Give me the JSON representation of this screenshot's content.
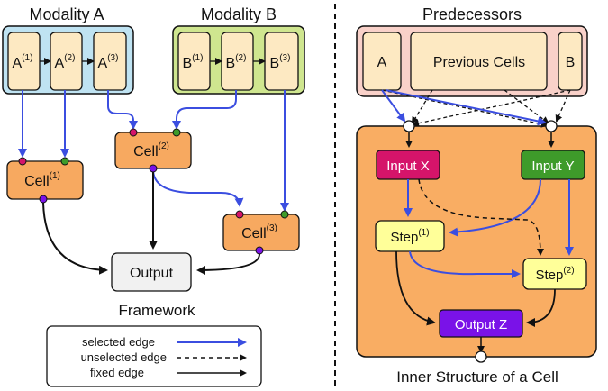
{
  "titles": {
    "modality_a": "Modality A",
    "modality_b": "Modality B",
    "predecessors": "Predecessors",
    "framework": "Framework",
    "inner_structure": "Inner Structure of a Cell"
  },
  "modality_a_nodes": [
    {
      "base": "A",
      "sup": "(1)"
    },
    {
      "base": "A",
      "sup": "(2)"
    },
    {
      "base": "A",
      "sup": "(3)"
    }
  ],
  "modality_b_nodes": [
    {
      "base": "B",
      "sup": "(1)"
    },
    {
      "base": "B",
      "sup": "(2)"
    },
    {
      "base": "B",
      "sup": "(3)"
    }
  ],
  "cells": [
    {
      "base": "Cell",
      "sup": "(1)"
    },
    {
      "base": "Cell",
      "sup": "(2)"
    },
    {
      "base": "Cell",
      "sup": "(3)"
    }
  ],
  "output_label": "Output",
  "predecessor_nodes": {
    "a": "A",
    "previous": "Previous Cells",
    "b": "B"
  },
  "inner_nodes": {
    "input_x": "Input X",
    "input_y": "Input Y",
    "step1": {
      "base": "Step",
      "sup": "(1)"
    },
    "step2": {
      "base": "Step",
      "sup": "(2)"
    },
    "output_z": "Output Z"
  },
  "legend": [
    {
      "label": "selected edge",
      "style": "selected"
    },
    {
      "label": "unselected edge",
      "style": "unselected"
    },
    {
      "label": "fixed edge",
      "style": "fixed"
    }
  ],
  "colors": {
    "modality_a_bg": "#bfe3f2",
    "modality_b_bg": "#cfe68f",
    "node_fill": "#fde9c2",
    "cell_fill": "#f7a960",
    "output_fill": "#f1f1f1",
    "predecessor_bg": "#f9d1c9",
    "inner_bg": "#f9ad63",
    "input_x": "#d5146a",
    "input_y": "#3e9b2a",
    "step_fill": "#ffff99",
    "output_z": "#7a12e8",
    "selected_edge": "#3b4ee0",
    "dot_magenta": "#d5146a",
    "dot_green": "#3e9b2a",
    "dot_purple": "#7a12e8"
  }
}
